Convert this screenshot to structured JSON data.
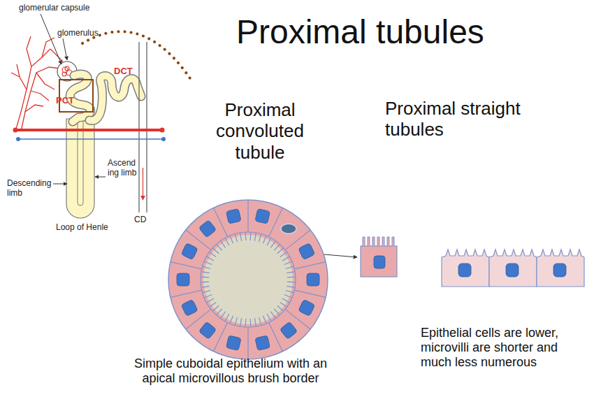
{
  "diagram": {
    "title": "Proximal tubules",
    "labels": [
      "glomerular capsule",
      "glomerulus",
      "DCT",
      "PCT",
      "Descending limb",
      "Ascend ing limb",
      "Loop of Henle",
      "CD",
      "Proximal convoluted tubule",
      "Proximal straight tubules",
      "Simple cuboidal epithelium with an apical microvillous brush border",
      "Epithelial cells are lower, microvilli are shorter and much less numerous"
    ]
  }
}
